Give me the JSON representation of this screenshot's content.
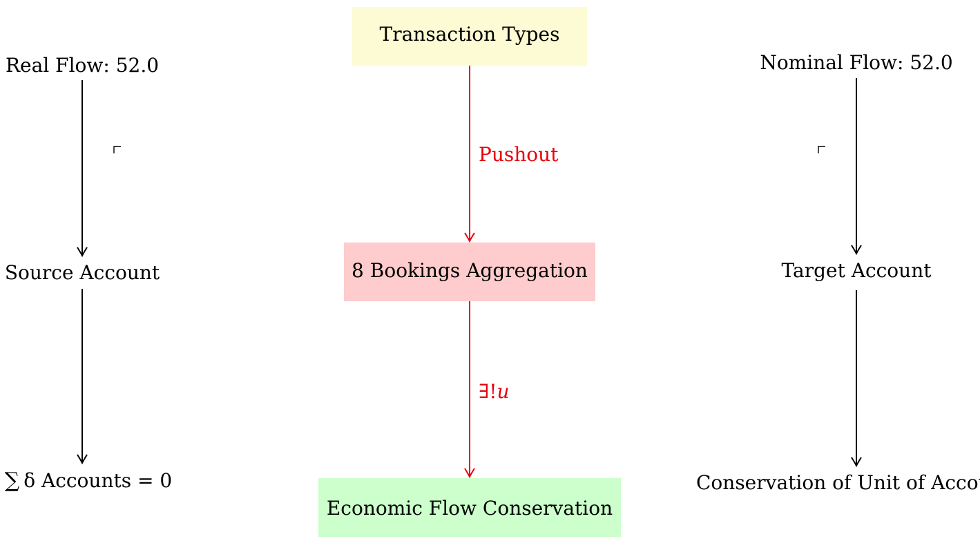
{
  "colors": {
    "yellow_fill": "#fdfbd3",
    "red_fill": "#fecccc",
    "green_fill": "#ccffcc",
    "arrow_black": "#000000",
    "arrow_red": "#e8000b",
    "label_red": "#e8000b"
  },
  "left_column": {
    "real_flow": "Real Flow: 52.0",
    "source_account": "Source Account",
    "sum_delta_symbol": "∑",
    "sum_delta_text": "δ Accounts = 0"
  },
  "center_column": {
    "transaction_types": "Transaction Types",
    "pushout_label": "Pushout",
    "bookings_aggregation": "8 Bookings Aggregation",
    "unique_label": "∃!",
    "unique_var": "u",
    "economic_flow_conservation": "Economic Flow Conservation"
  },
  "right_column": {
    "nominal_flow": "Nominal Flow: 52.0",
    "target_account": "Target Account",
    "conservation_unit": "Conservation of Unit of Account"
  }
}
